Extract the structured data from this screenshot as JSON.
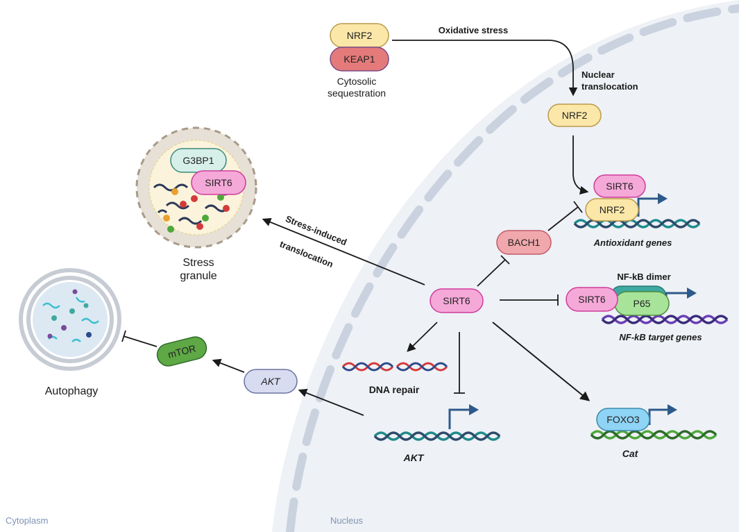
{
  "regions": {
    "cytoplasm": "Cytoplasm",
    "nucleus": "Nucleus"
  },
  "proteins": {
    "nrf2_cyto": "NRF2",
    "keap1": "KEAP1",
    "nrf2_nuc": "NRF2",
    "sirt6_complex_antiox": "SIRT6",
    "nrf2_complex": "NRF2",
    "bach1": "BACH1",
    "sirt6_center": "SIRT6",
    "sirt6_nfkb": "SIRT6",
    "p65": "P65",
    "foxo3": "FOXO3",
    "akt_cyto": "AKT",
    "mtor": "mTOR",
    "g3bp1": "G3BP1",
    "sirt6_granule": "SIRT6"
  },
  "labels": {
    "cytosolic_1": "Cytosolic",
    "cytosolic_2": "sequestration",
    "oxidative_stress": "Oxidative stress",
    "nuclear_1": "Nuclear",
    "nuclear_2": "translocation",
    "antioxidant_genes": "Antioxidant genes",
    "nfkb_dimer": "NF-kB dimer",
    "nfkb_targets": "NF-kB target genes",
    "dna_repair": "DNA repair",
    "akt_gene": "AKT",
    "cat_gene": "Cat",
    "stress_induced": "Stress-induced",
    "translocation": "translocation",
    "stress_granule_1": "Stress",
    "stress_granule_2": "granule",
    "autophagy": "Autophagy"
  },
  "colors": {
    "nucleus_fill": "#eef1f6",
    "membrane": "#c9d2de",
    "sirt6": "#f5a9d8",
    "nrf2": "#fbe7a8",
    "keap1": "#e47a7a",
    "bach1": "#f0a8ad",
    "akt": "#d8dcf0",
    "mtor": "#5ea845",
    "g3bp1": "#d6efe9",
    "foxo3": "#8fd3f5",
    "p65": "#a7e49a",
    "dna_teal": "#1f8a8a",
    "dna_purple": "#6a3fb5",
    "dna_green": "#4ea83a",
    "dna_red": "#d43a3a",
    "arrow_tss": "#2d5a8a"
  }
}
